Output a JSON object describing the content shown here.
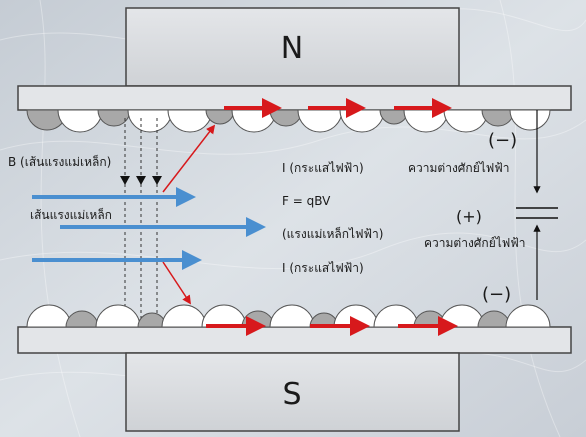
{
  "magnets": {
    "north_label": "N",
    "south_label": "S"
  },
  "labels": {
    "b_field": "B (เส้นแรงแม่เหล็ก)",
    "field_lines": "เส้นแรงแม่เหล็ก",
    "current_top": "I (กระแสไฟฟ้า)",
    "force_formula": "F = qBV",
    "magnetic_force": "(แรงแม่เหล็กไฟฟ้า)",
    "current_bottom": "I (กระแสไฟฟ้า)",
    "minus_top": "(−)",
    "potential_top": "ความต่างศักย์ไฟฟ้า",
    "plus": "(+)",
    "potential_mid": "ความต่างศักย์ไฟฟ้า",
    "minus_bottom": "(−)"
  },
  "colors": {
    "background": "#cfd5dc",
    "magnet_fill": "#d9dbde",
    "plate_fill": "#e3e5e8",
    "ball_white": "#ffffff",
    "ball_gray": "#a8a8a8",
    "field_arrow": "#4a8fd0",
    "current_arrow": "#d7191c",
    "text": "#1a1a1a"
  }
}
